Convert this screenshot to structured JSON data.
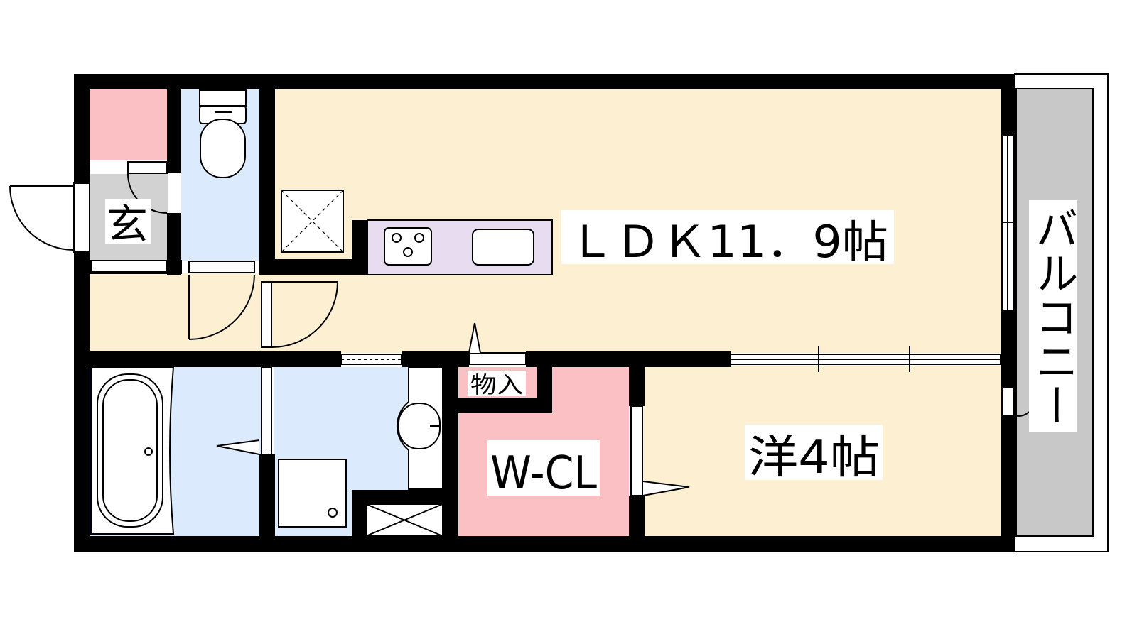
{
  "floor_plan": {
    "rooms": {
      "ldk": {
        "label": "ＬＤＫ11．9帖"
      },
      "western_room": {
        "label": "洋4帖"
      },
      "walk_in_closet": {
        "label": "W-CL"
      },
      "storage": {
        "label": "物入"
      },
      "entrance": {
        "label": "玄"
      },
      "balcony": {
        "label": "バルコニー"
      }
    },
    "colors": {
      "wall": "#000000",
      "living_floor": "#fdf0d2",
      "wet_area": "#dbeafc",
      "closet": "#fbc0c4",
      "entrance_floor": "#d2d2d2",
      "balcony": "#c8c8c8",
      "kitchen_counter": "#e8dcf0"
    }
  }
}
